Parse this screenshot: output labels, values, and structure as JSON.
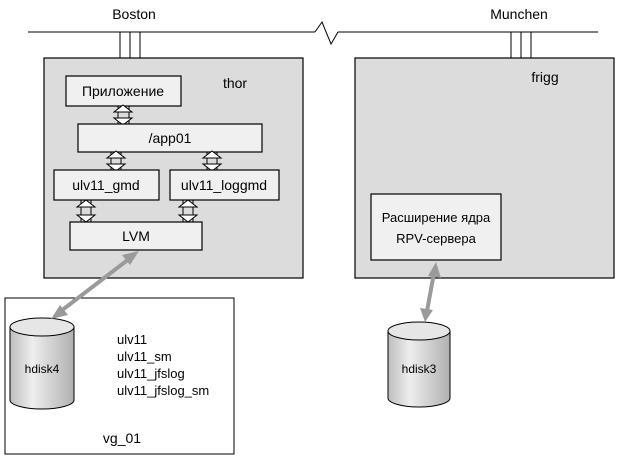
{
  "sites": {
    "left": "Boston",
    "right": "Munchen"
  },
  "hosts": {
    "left": {
      "name": "thor",
      "app": "Приложение",
      "filesystem": "/app01",
      "devices": [
        "ulv11_gmd",
        "ulv11_loggmd"
      ],
      "lvm": "LVM"
    },
    "right": {
      "name": "frigg",
      "kernel_ext": [
        "Расширение ядра",
        "RPV-сервера"
      ]
    }
  },
  "disks": {
    "left": "hdisk4",
    "right": "hdisk3"
  },
  "volume_group": {
    "name": "vg_01",
    "volumes": [
      "ulv11",
      "ulv11_sm",
      "ulv11_jfslog",
      "ulv11_jfslog_sm"
    ]
  },
  "colors": {
    "host_fill": "#dcdcdc",
    "box_fill": "#f0f0f0",
    "arrow_gray": "#9a9a9a",
    "disk_fill": "#d8d8d8"
  }
}
